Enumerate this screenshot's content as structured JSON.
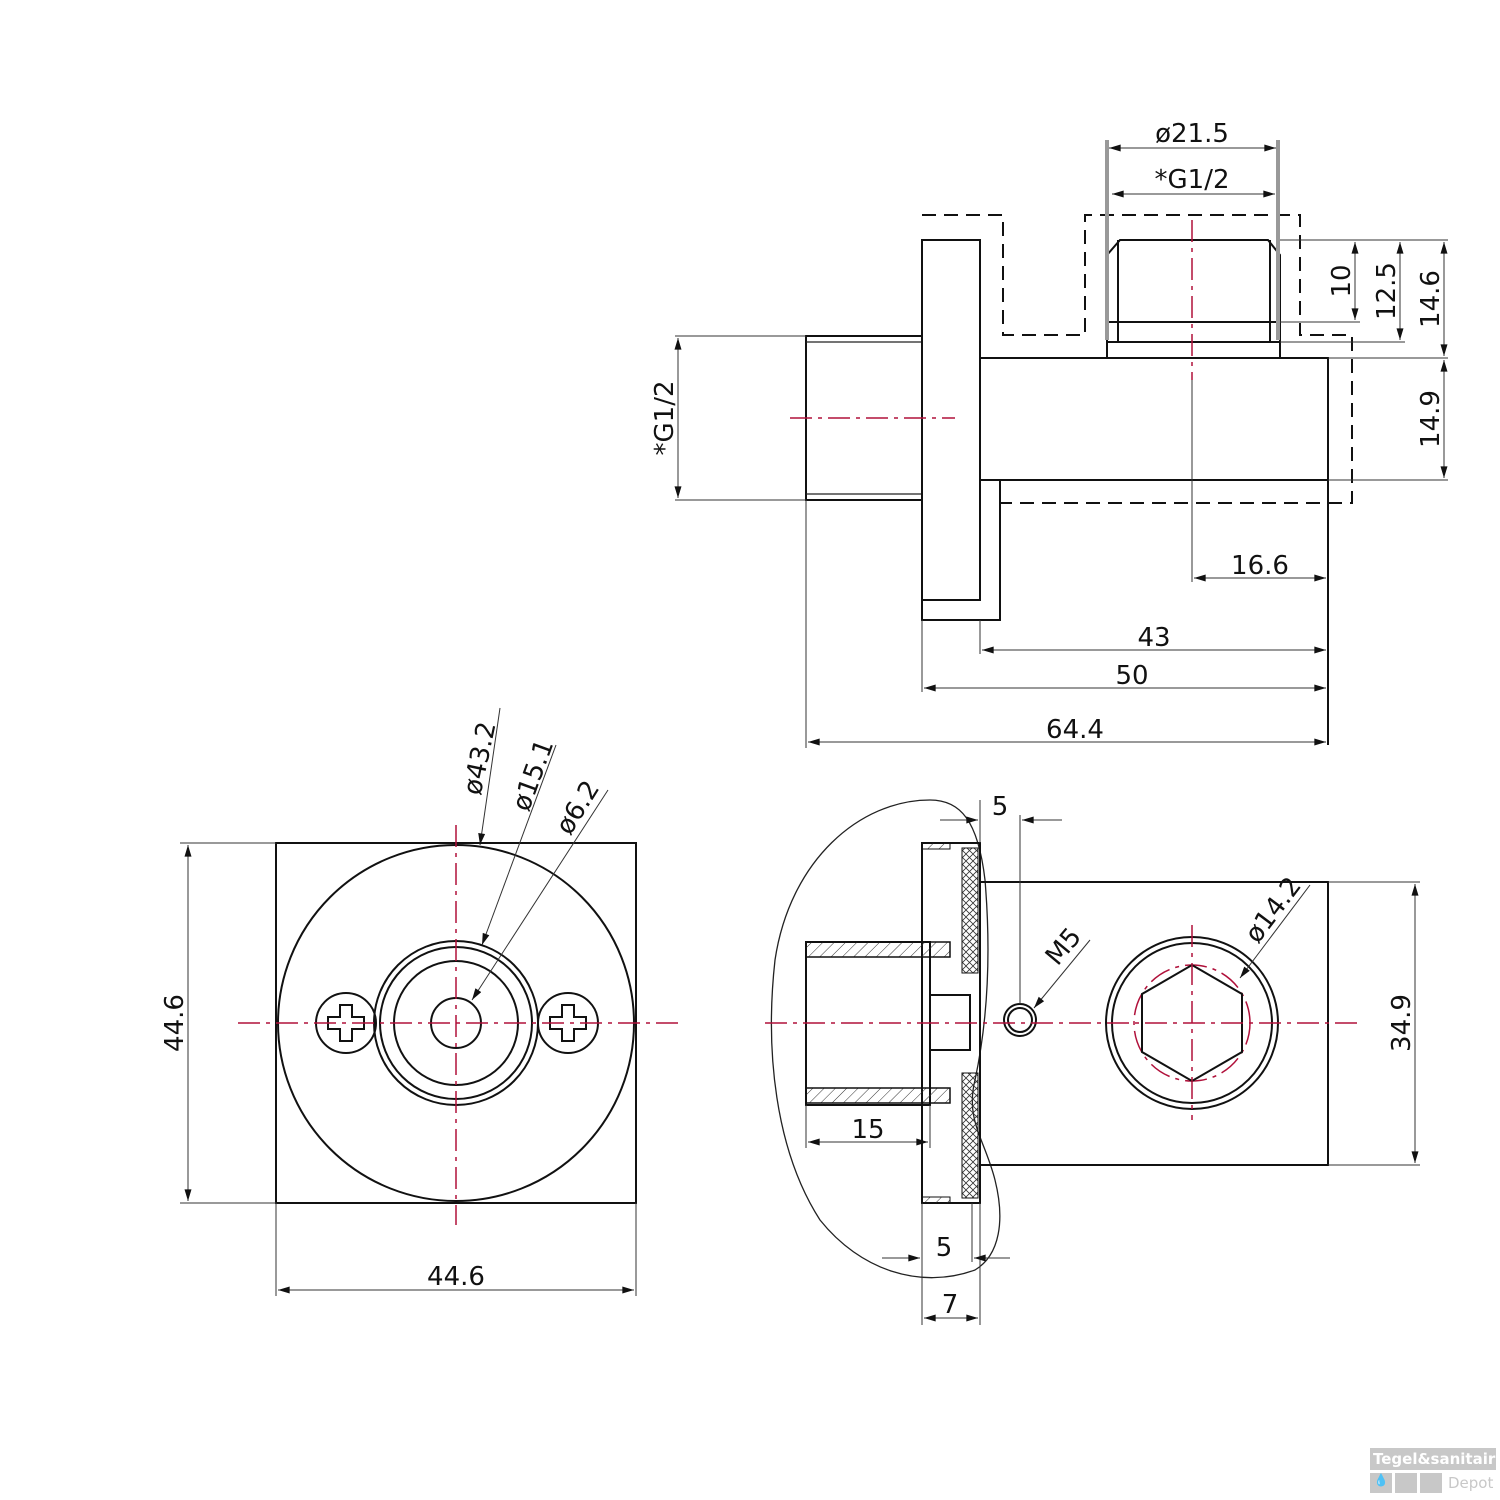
{
  "top_view": {
    "dim_outer_diameter": "ø21.5",
    "dim_thread_top": "*G1/2",
    "dim_thread_left": "*G1/2",
    "dim_10": "10",
    "dim_12_5": "12.5",
    "dim_14_6": "14.6",
    "dim_14_9": "14.9",
    "dim_16_6": "16.6",
    "dim_43": "43",
    "dim_50": "50",
    "dim_64_4": "64.4"
  },
  "front_view": {
    "dim_d43_2": "ø43.2",
    "dim_d15_1": "ø15.1",
    "dim_d6_2": "ø6.2",
    "dim_height": "44.6",
    "dim_width": "44.6"
  },
  "section_view": {
    "dim_5_top": "5",
    "dim_m5": "M5",
    "dim_d14_2": "ø14.2",
    "dim_34_9": "34.9",
    "dim_15": "15",
    "dim_5_bottom": "5",
    "dim_7": "7"
  },
  "logo": {
    "line1": "Tegel&sanitair",
    "line2": "Depot"
  },
  "colors": {
    "line": "#111111",
    "centerline": "#b0103a",
    "logo": "#c8c8c8"
  }
}
